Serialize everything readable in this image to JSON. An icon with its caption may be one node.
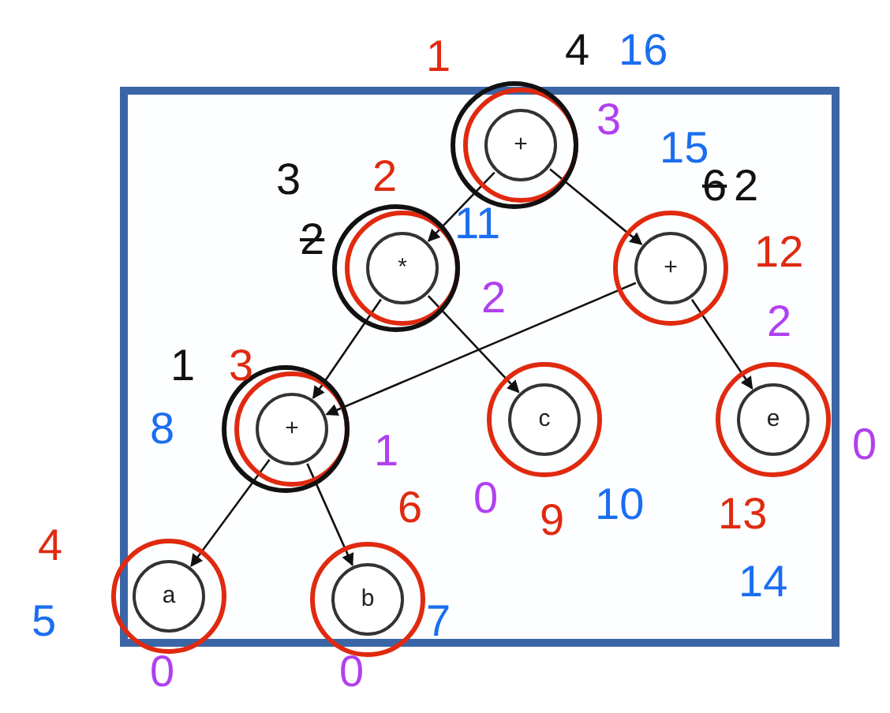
{
  "diagram": {
    "nodes": [
      {
        "text": [
          "+"
        ]
      },
      {
        "text": [
          "*"
        ]
      },
      {
        "text": [
          "+"
        ]
      },
      {
        "text": [
          "+"
        ]
      },
      {
        "text": [
          "c"
        ]
      },
      {
        "text": [
          "e"
        ]
      },
      {
        "text": [
          "a"
        ]
      },
      {
        "text": [
          "b"
        ]
      }
    ],
    "edges": [
      {
        "from": 0,
        "to": 1,
        "arrow": "to"
      },
      {
        "from": 0,
        "to": 2,
        "arrow": "to"
      },
      {
        "from": 1,
        "to": 3,
        "arrow": "to"
      },
      {
        "from": 1,
        "to": 4,
        "arrow": "to"
      },
      {
        "from": 2,
        "to": 3,
        "arrow": "to"
      },
      {
        "from": 2,
        "to": 5,
        "arrow": "to"
      },
      {
        "from": 3,
        "to": 6,
        "arrow": "to"
      },
      {
        "from": 3,
        "to": 7,
        "arrow": "to"
      }
    ],
    "labels": [
      "1",
      "4",
      "16",
      "3",
      "15",
      "3",
      "2",
      "6",
      "2",
      "11",
      "2",
      "12",
      "2",
      "2",
      "1",
      "3",
      "8",
      "1",
      "0",
      "6",
      "0",
      "9",
      "10",
      "13",
      "4",
      "14",
      "5",
      "7",
      "0",
      "0"
    ]
  }
}
